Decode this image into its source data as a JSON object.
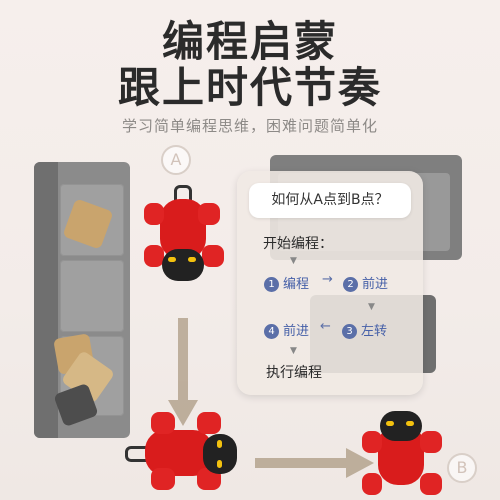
{
  "headline": {
    "line1": "编程启蒙",
    "line2": "跟上时代节奏"
  },
  "subtitle": "学习简单编程思维，困难问题简单化",
  "markers": {
    "a": "A",
    "b": "B"
  },
  "card": {
    "question": "如何从A点到B点？",
    "start": "开始编程：",
    "steps": [
      {
        "num": "1",
        "label": "编程"
      },
      {
        "num": "2",
        "label": "前进"
      },
      {
        "num": "3",
        "label": "左转"
      },
      {
        "num": "4",
        "label": "前进"
      }
    ],
    "arrow_right": "→",
    "arrow_left": "←",
    "arrow_down": "▼",
    "execute": "执行编程"
  },
  "colors": {
    "robot_red": "#d91c1c",
    "route": "#b5a48f",
    "step_blue": "#4660a8"
  },
  "icons": [
    "robot-dog",
    "sofa",
    "pillow",
    "arrow"
  ]
}
